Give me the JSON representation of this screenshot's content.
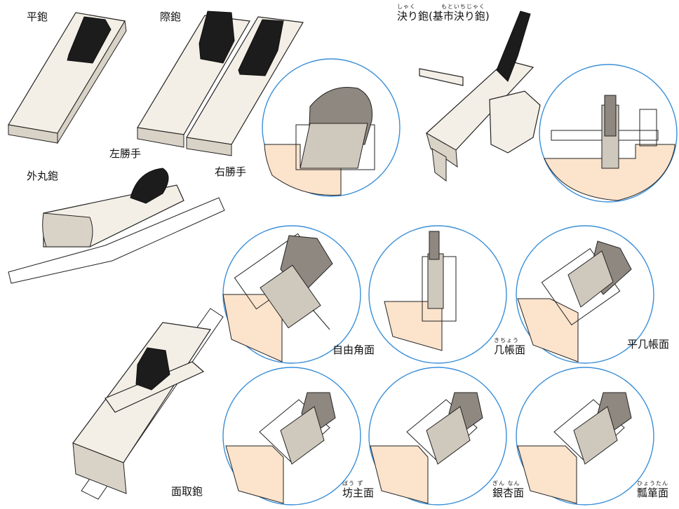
{
  "labels": {
    "hira": "平鉋",
    "kiwa": "際鉋",
    "hidari": "左勝手",
    "migi": "右勝手",
    "sotomaru": "外丸鉋",
    "mentori": "面取鉋",
    "jiyu": "自由角面"
  },
  "ruby_labels": {
    "kime": {
      "ruby": "しゃく　　　　もといちじゃく",
      "base": "決り鉋(基市決り鉋)"
    },
    "kichomen": {
      "ruby": "きちょう",
      "base": "几帳面"
    },
    "hirakicho": {
      "ruby": "",
      "base": "平几帳面"
    },
    "bozu": {
      "ruby": "ぼう ず",
      "base": "坊主面"
    },
    "ginnan": {
      "ruby": "ぎん なん",
      "base": "銀杏面"
    },
    "hyotan": {
      "ruby": "ひょうたん",
      "base": "瓢箪面"
    }
  },
  "colors": {
    "circle_stroke": "#3a8fd8",
    "wood_fill": "#fbe3cc",
    "iron_fill": "#8f8880",
    "blade_fill": "#cfc8bc"
  }
}
